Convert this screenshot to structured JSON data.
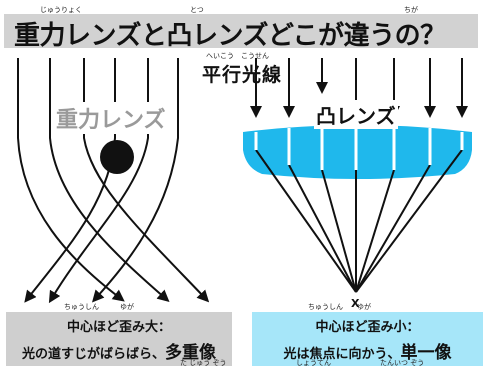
{
  "title": {
    "text": "重力レンズと凸レンズどこが違うの？",
    "ruby_juuryoku": "じゅうりょく",
    "ruby_totsu": "とつ",
    "ruby_chiga": "ちが"
  },
  "parallel": {
    "text": "平行光線",
    "ruby": "へいこう　こうせん"
  },
  "gravity_lens": {
    "label": "重力レンズ"
  },
  "convex_lens": {
    "label": "凸レンズ",
    "focus_mark": "X"
  },
  "left_box": {
    "ruby_top": "ちゅうしん　　　ゆが",
    "heading": "中心ほど歪み大：",
    "body_prefix": "光の道すじがばらばら、",
    "body_emphasis": "多重像",
    "ruby_bottom": "た じゅう ぞう"
  },
  "right_box": {
    "ruby_top": "ちゅうしん　　ゆが",
    "heading": "中心ほど歪み小：",
    "body_prefix": "光は焦点に向かう、",
    "body_emphasis": "単一像",
    "ruby_bottom": "しょうてん　　　　　　　たんいつ ぞう"
  },
  "colors": {
    "lens": "#1fb8ec",
    "left_box": "#cfcfcf",
    "right_box": "#a6e6f9",
    "title_bar": "#d2d2d2"
  }
}
